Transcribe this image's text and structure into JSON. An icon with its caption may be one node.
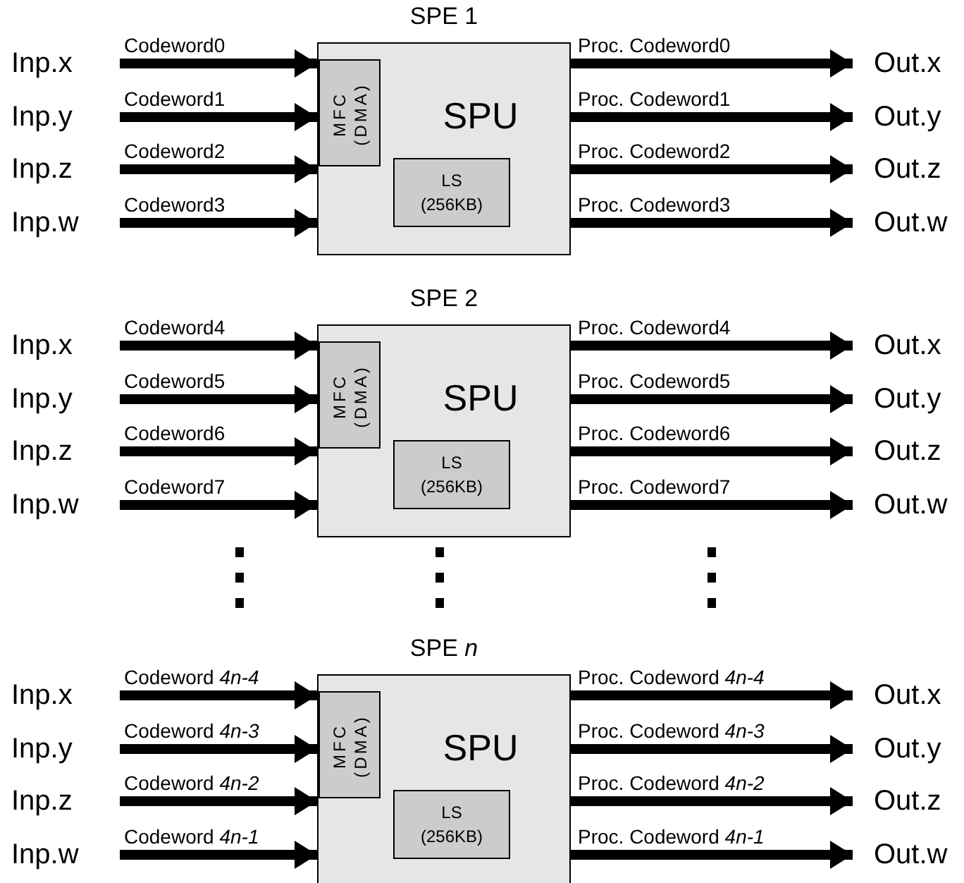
{
  "diagram": {
    "nodes": [
      {
        "text": [
          "SPE 1",
          "SPU"
        ]
      },
      {
        "text": [
          "MFC (DMA)"
        ],
        "in": 0
      },
      {
        "text": [
          "LS (256KB)"
        ],
        "in": 0
      },
      {
        "text": [
          "Inp.x"
        ]
      },
      {
        "text": [
          "Inp.y"
        ]
      },
      {
        "text": [
          "Inp.z"
        ]
      },
      {
        "text": [
          "Inp.w"
        ]
      },
      {
        "text": [
          "Out.x"
        ]
      },
      {
        "text": [
          "Out.y"
        ]
      },
      {
        "text": [
          "Out.z"
        ]
      },
      {
        "text": [
          "Out.w"
        ]
      },
      {
        "text": [
          "SPE 2",
          "SPU"
        ]
      },
      {
        "text": [
          "MFC (DMA)"
        ],
        "in": 11
      },
      {
        "text": [
          "LS (256KB)"
        ],
        "in": 11
      },
      {
        "text": [
          "Inp.x"
        ]
      },
      {
        "text": [
          "Inp.y"
        ]
      },
      {
        "text": [
          "Inp.z"
        ]
      },
      {
        "text": [
          "Inp.w"
        ]
      },
      {
        "text": [
          "Out.x"
        ]
      },
      {
        "text": [
          "Out.y"
        ]
      },
      {
        "text": [
          "Out.z"
        ]
      },
      {
        "text": [
          "Out.w"
        ]
      },
      {
        "text": [
          "SPE *n*",
          "SPU"
        ]
      },
      {
        "text": [
          "MFC (DMA)"
        ],
        "in": 22
      },
      {
        "text": [
          "LS (256KB)"
        ],
        "in": 22
      },
      {
        "text": [
          "Inp.x"
        ]
      },
      {
        "text": [
          "Inp.y"
        ]
      },
      {
        "text": [
          "Inp.z"
        ]
      },
      {
        "text": [
          "Inp.w"
        ]
      },
      {
        "text": [
          "Out.x"
        ]
      },
      {
        "text": [
          "Out.y"
        ]
      },
      {
        "text": [
          "Out.z"
        ]
      },
      {
        "text": [
          "Out.w"
        ]
      }
    ],
    "edges": [
      {
        "from": 3,
        "to": 0,
        "arrow": "to",
        "label": "Codeword0"
      },
      {
        "from": 4,
        "to": 0,
        "arrow": "to",
        "label": "Codeword1"
      },
      {
        "from": 5,
        "to": 0,
        "arrow": "to",
        "label": "Codeword2"
      },
      {
        "from": 6,
        "to": 0,
        "arrow": "to",
        "label": "Codeword3"
      },
      {
        "from": 0,
        "to": 7,
        "arrow": "to",
        "label": "Proc. Codeword0"
      },
      {
        "from": 0,
        "to": 8,
        "arrow": "to",
        "label": "Proc. Codeword1"
      },
      {
        "from": 0,
        "to": 9,
        "arrow": "to",
        "label": "Proc. Codeword2"
      },
      {
        "from": 0,
        "to": 10,
        "arrow": "to",
        "label": "Proc. Codeword3"
      },
      {
        "from": 14,
        "to": 11,
        "arrow": "to",
        "label": "Codeword4"
      },
      {
        "from": 15,
        "to": 11,
        "arrow": "to",
        "label": "Codeword5"
      },
      {
        "from": 16,
        "to": 11,
        "arrow": "to",
        "label": "Codeword6"
      },
      {
        "from": 17,
        "to": 11,
        "arrow": "to",
        "label": "Codeword7"
      },
      {
        "from": 11,
        "to": 18,
        "arrow": "to",
        "label": "Proc. Codeword4"
      },
      {
        "from": 11,
        "to": 19,
        "arrow": "to",
        "label": "Proc. Codeword5"
      },
      {
        "from": 11,
        "to": 20,
        "arrow": "to",
        "label": "Proc. Codeword6"
      },
      {
        "from": 11,
        "to": 21,
        "arrow": "to",
        "label": "Proc. Codeword7"
      },
      {
        "from": 25,
        "to": 22,
        "arrow": "to",
        "label": "Codeword *4n-4*"
      },
      {
        "from": 26,
        "to": 22,
        "arrow": "to",
        "label": "Codeword *4n-3*"
      },
      {
        "from": 27,
        "to": 22,
        "arrow": "to",
        "label": "Codeword *4n-2*"
      },
      {
        "from": 28,
        "to": 22,
        "arrow": "to",
        "label": "Codeword *4n-1*"
      },
      {
        "from": 22,
        "to": 29,
        "arrow": "to",
        "label": "Proc. Codeword *4n-4*"
      },
      {
        "from": 22,
        "to": 30,
        "arrow": "to",
        "label": "Proc. Codeword *4n-3*"
      },
      {
        "from": 22,
        "to": 31,
        "arrow": "to",
        "label": "Proc. Codeword *4n-2*"
      },
      {
        "from": 22,
        "to": 32,
        "arrow": "to",
        "label": "Proc. Codeword *4n-1*"
      }
    ]
  }
}
